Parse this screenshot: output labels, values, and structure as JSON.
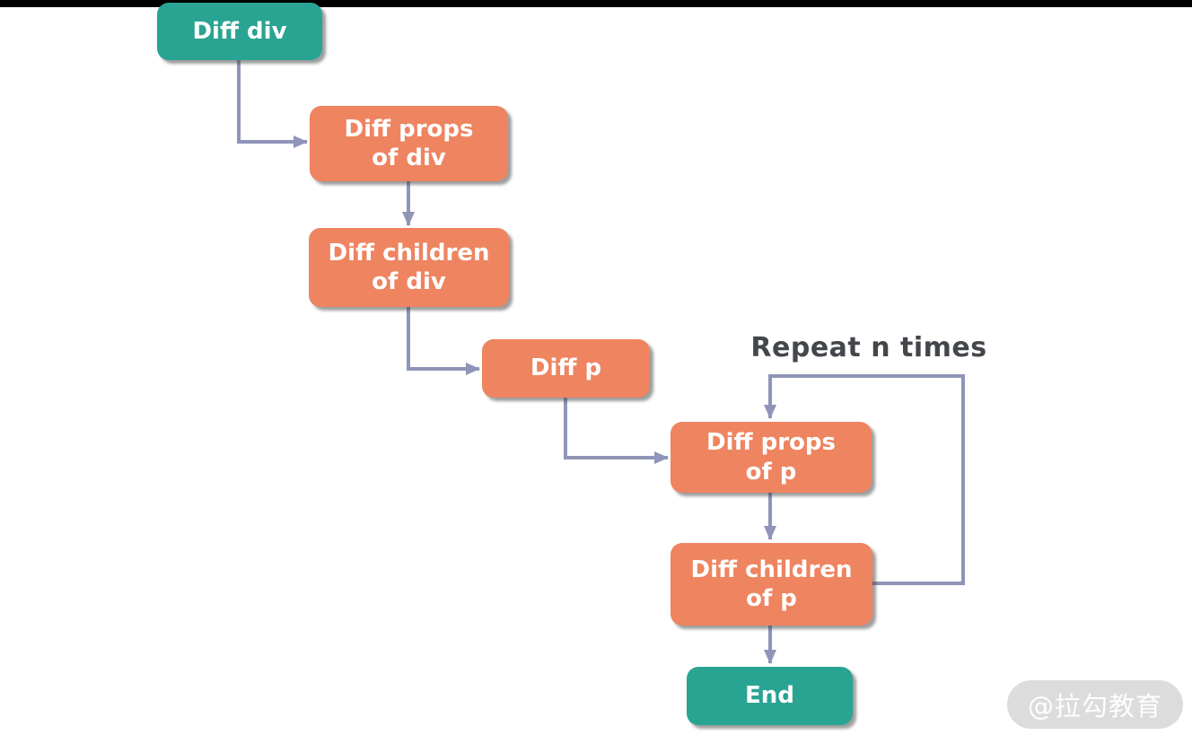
{
  "diagram": {
    "description": "Virtual DOM diff algorithm flowchart",
    "nodes": {
      "diff_div": {
        "label": "Diff div",
        "kind": "start"
      },
      "props_div": {
        "label": "Diff props\nof div",
        "kind": "process"
      },
      "children_div": {
        "label": "Diff children\nof div",
        "kind": "process"
      },
      "diff_p": {
        "label": "Diff p",
        "kind": "process"
      },
      "props_p": {
        "label": "Diff props\nof p",
        "kind": "process"
      },
      "children_p": {
        "label": "Diff children\nof p",
        "kind": "process"
      },
      "end": {
        "label": "End",
        "kind": "end"
      }
    },
    "annotations": {
      "loop_label": "Repeat n times"
    },
    "edges": [
      {
        "from": "diff_div",
        "to": "props_div"
      },
      {
        "from": "props_div",
        "to": "children_div"
      },
      {
        "from": "children_div",
        "to": "diff_p"
      },
      {
        "from": "diff_p",
        "to": "props_p"
      },
      {
        "from": "props_p",
        "to": "children_p"
      },
      {
        "from": "children_p",
        "to": "end"
      },
      {
        "from": "children_p",
        "to": "props_p",
        "note": "repeat loop"
      }
    ]
  },
  "colors": {
    "start_end_fill": "#2aa492",
    "process_fill": "#ee8460",
    "arrow": "#8f95b8",
    "node_text": "#ffffff",
    "annotation_text": "#43464b",
    "watermark_bg": "#dcdcdc",
    "letterbox": "#000000"
  },
  "watermark": {
    "text": "@拉勾教育"
  }
}
